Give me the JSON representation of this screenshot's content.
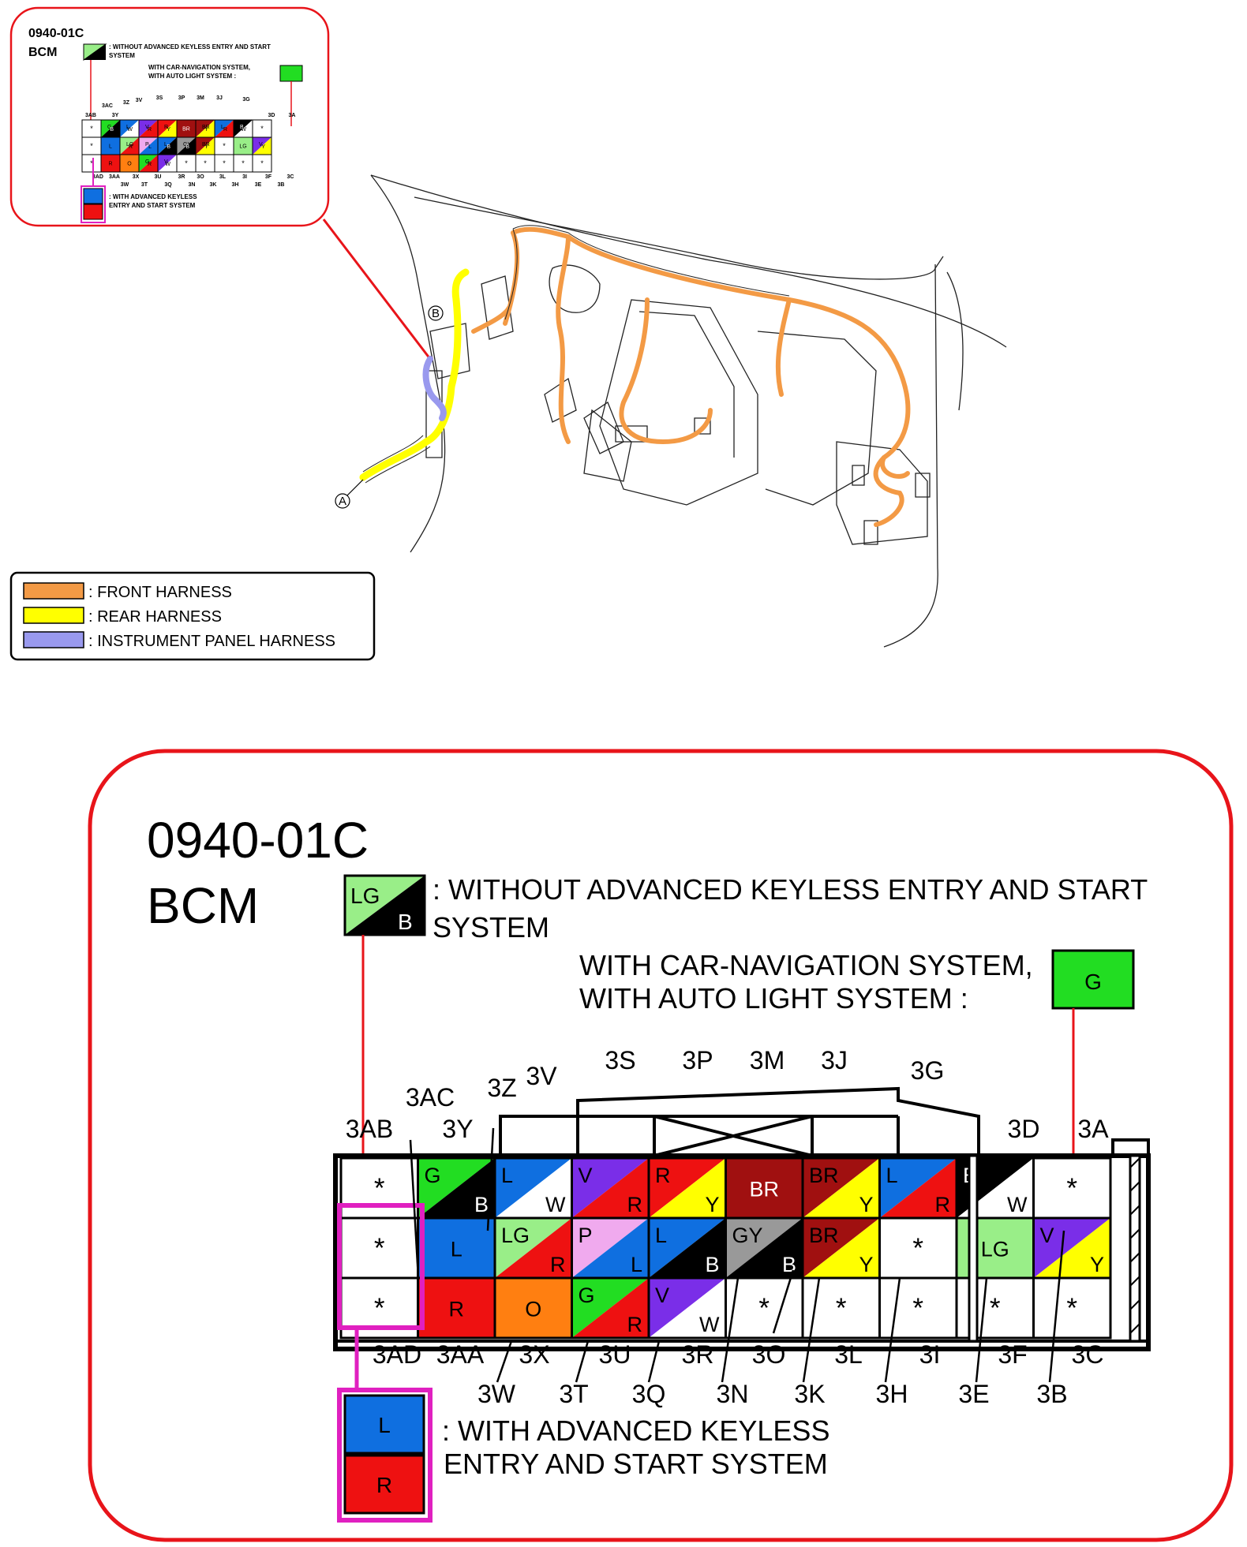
{
  "connector": {
    "code": "0940-01C",
    "name": "BCM"
  },
  "notes": {
    "without_keyless": ": WITHOUT ADVANCED KEYLESS ENTRY AND START",
    "without_keyless_2": "SYSTEM",
    "carnav_1": "WITH CAR-NAVIGATION SYSTEM,",
    "carnav_2": "WITH AUTO LIGHT SYSTEM :",
    "with_keyless_1": ": WITH ADVANCED KEYLESS",
    "with_keyless_2": "ENTRY AND START SYSTEM"
  },
  "legend": [
    {
      "label": ": FRONT HARNESS",
      "color": "#f39a45"
    },
    {
      "label": ": REAR HARNESS",
      "color": "#ffff00"
    },
    {
      "label": ": INSTRUMENT PANEL HARNESS",
      "color": "#9999ee"
    }
  ],
  "markers": {
    "a": "A",
    "b": "B"
  },
  "pin_labels_top": [
    "3AC",
    "3Z",
    "3V",
    "3S",
    "3P",
    "3M",
    "3J",
    "3G",
    "3AB",
    "3Y",
    "3D",
    "3A"
  ],
  "pin_labels_bottom": [
    "3AD",
    "3AA",
    "3X",
    "3U",
    "3R",
    "3O",
    "3L",
    "3I",
    "3F",
    "3C",
    "3W",
    "3T",
    "3Q",
    "3N",
    "3K",
    "3H",
    "3E",
    "3B"
  ],
  "swatches": {
    "lg_b": [
      "LG",
      "B"
    ],
    "g": "G",
    "l_r": [
      "L",
      "R"
    ]
  },
  "grid": [
    [
      "*",
      "G/B",
      "L/W",
      "V/R",
      "R/Y",
      "BR",
      "BR/Y",
      "L/R",
      "B/W",
      "*"
    ],
    [
      "*",
      "L",
      "LG/R",
      "P/L",
      "L/B",
      "GY/B",
      "BR/Y",
      "*",
      "LG",
      "V/Y"
    ],
    [
      "*",
      "R",
      "O",
      "G/R",
      "V/W",
      "*",
      "*",
      "*",
      "*",
      "*"
    ]
  ],
  "wire_colors": {
    "L": "#0f6fe0",
    "W": "#ffffff",
    "V": "#7a2ee8",
    "R": "#ee1111",
    "Y": "#ffff00",
    "BR": "#a01010",
    "G": "#22dd22",
    "B": "#000000",
    "LG": "#99ee88",
    "P": "#f0aaee",
    "GY": "#999999",
    "O": "#ff7f11"
  }
}
